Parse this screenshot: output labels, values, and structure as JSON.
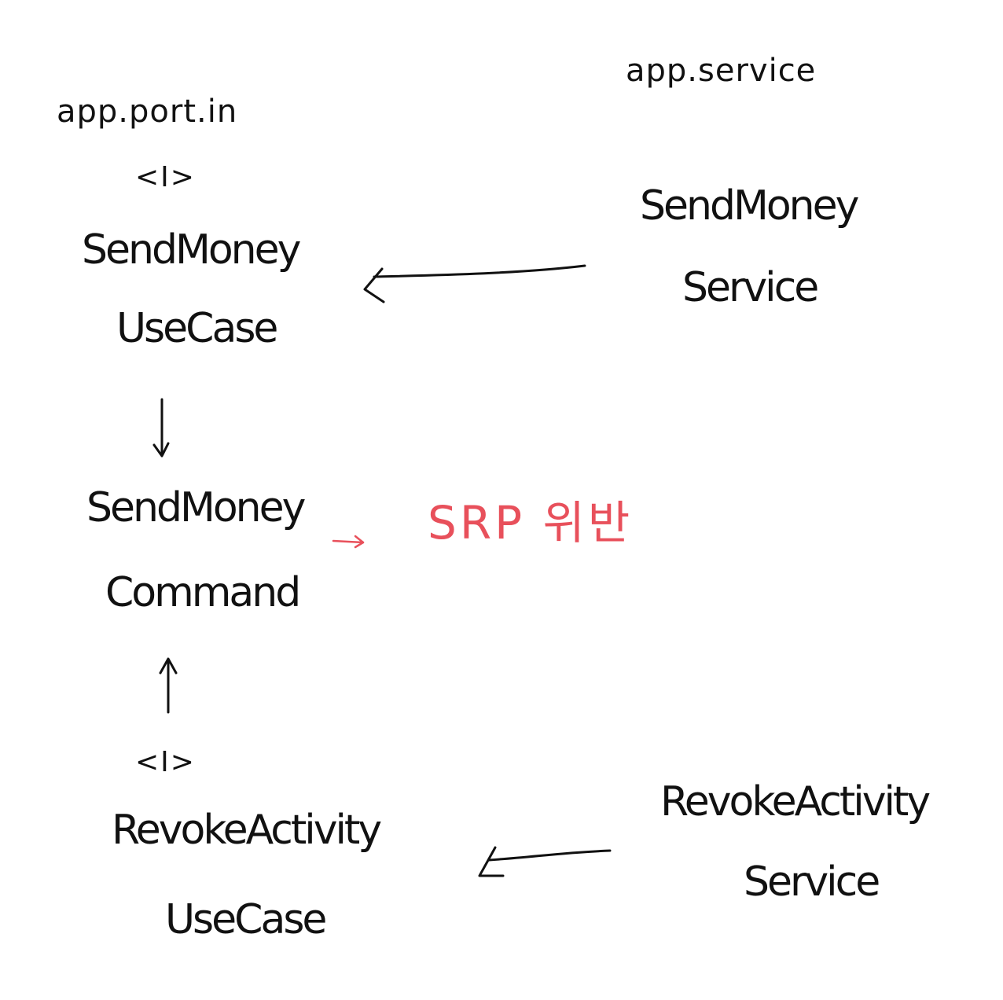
{
  "packages": {
    "left": "app.port.in",
    "right": "app.service"
  },
  "send_money_use_case": {
    "stereotype": "<I>",
    "line1": "SendMoney",
    "line2": "UseCase"
  },
  "send_money_service": {
    "line1": "SendMoney",
    "line2": "Service"
  },
  "send_money_command": {
    "line1": "SendMoney",
    "line2": "Command"
  },
  "note": {
    "text": "SRP 위반",
    "color": "#e8505b"
  },
  "revoke_activity_use_case": {
    "stereotype": "<I>",
    "line1": "RevokeActivity",
    "line2": "UseCase"
  },
  "revoke_activity_service": {
    "line1": "RevokeActivity",
    "line2": "Service"
  },
  "colors": {
    "ink": "#111111",
    "accent": "#e8505b",
    "background": "#ffffff"
  }
}
